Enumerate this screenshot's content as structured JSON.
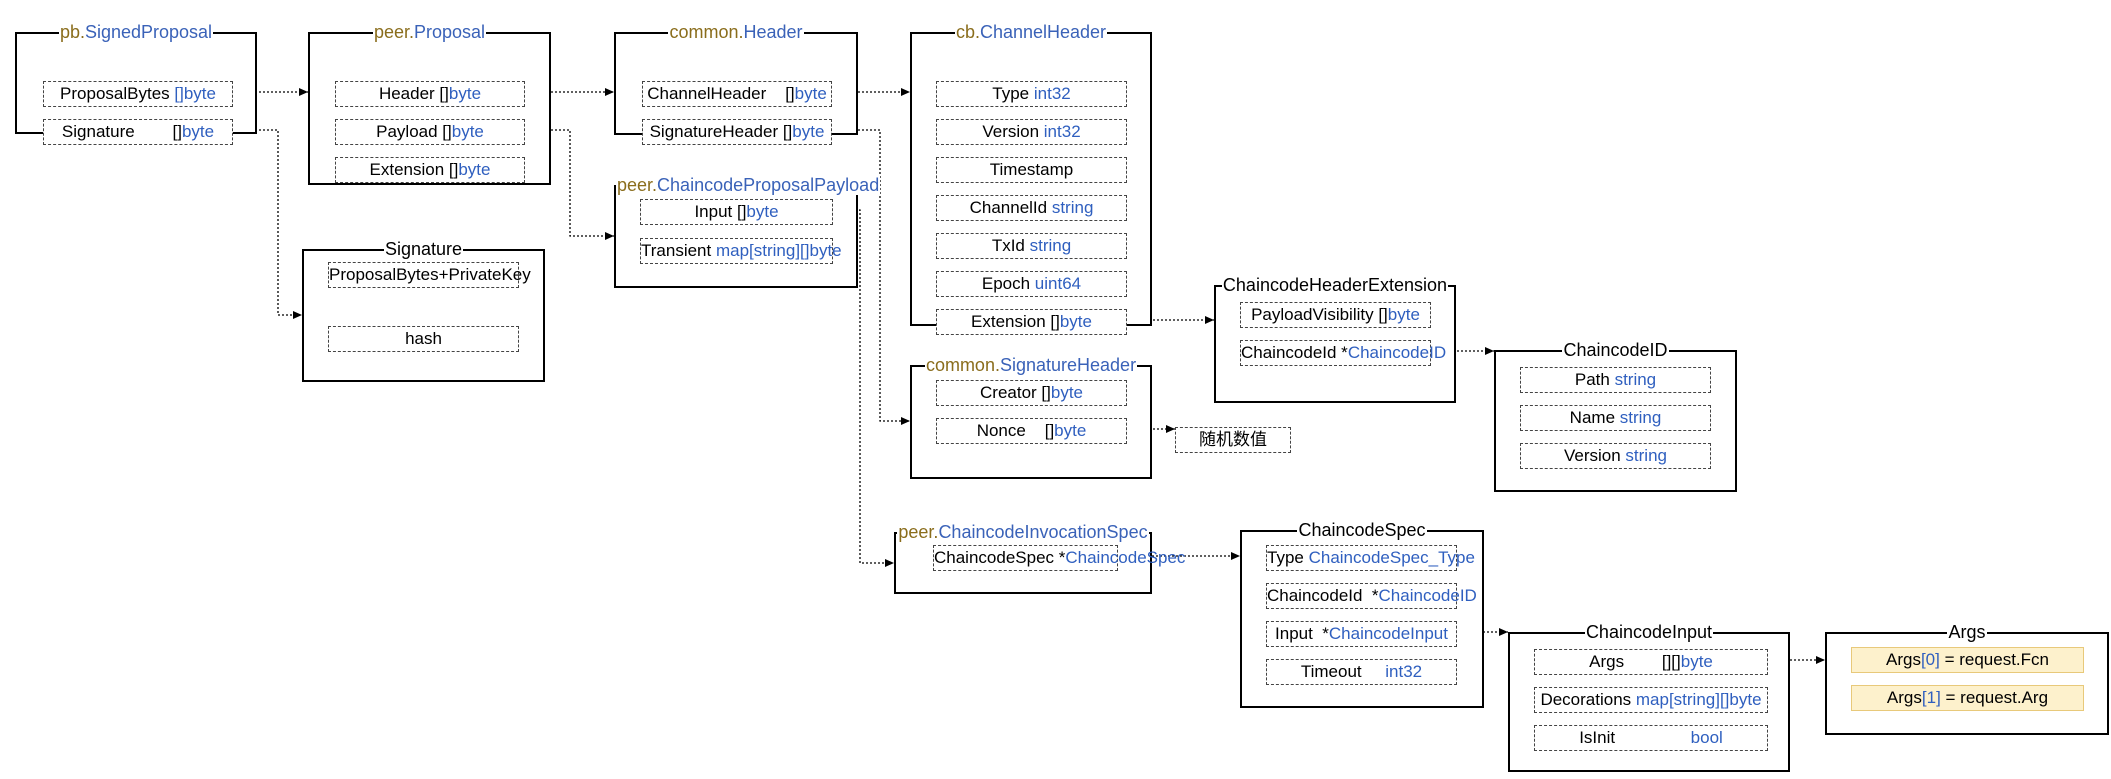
{
  "boxes": {
    "signed_proposal": {
      "prefix": "pb.",
      "name": "SignedProposal",
      "fields": [
        {
          "n": "ProposalBytes ",
          "t": "[]byte"
        },
        {
          "n": "Signature        []",
          "t": "byte"
        }
      ]
    },
    "proposal": {
      "prefix": "peer.",
      "name": "Proposal",
      "fields": [
        {
          "n": "Header []",
          "t": "byte"
        },
        {
          "n": "Payload []",
          "t": "byte"
        },
        {
          "n": "Extension []",
          "t": "byte"
        }
      ]
    },
    "signature": {
      "name": "Signature",
      "fields": [
        {
          "n": "ProposalBytes+PrivateKey",
          "t": ""
        },
        {
          "n": "hash",
          "t": ""
        }
      ]
    },
    "common_header": {
      "prefix": "common.",
      "name": "Header",
      "fields": [
        {
          "n": "ChannelHeader    []",
          "t": "byte"
        },
        {
          "n": "SignatureHeader []",
          "t": "byte"
        }
      ]
    },
    "cc_proposal_payload": {
      "prefix": "peer.",
      "name": "ChaincodeProposalPayload",
      "fields": [
        {
          "n": "Input []",
          "t": "byte"
        },
        {
          "n": "Transient ",
          "t": "map[string][]byte"
        }
      ]
    },
    "channel_header": {
      "prefix": "cb.",
      "name": "ChannelHeader",
      "fields": [
        {
          "n": "Type ",
          "t": "int32"
        },
        {
          "n": "Version ",
          "t": "int32"
        },
        {
          "n": "Timestamp",
          "t": ""
        },
        {
          "n": "ChannelId ",
          "t": "string"
        },
        {
          "n": "TxId ",
          "t": "string"
        },
        {
          "n": "Epoch ",
          "t": "uint64"
        },
        {
          "n": "Extension []",
          "t": "byte"
        }
      ]
    },
    "signature_header": {
      "prefix": "common.",
      "name": "SignatureHeader",
      "fields": [
        {
          "n": "Creator []",
          "t": "byte"
        },
        {
          "n": "Nonce    []",
          "t": "byte"
        }
      ]
    },
    "cc_header_ext": {
      "name": "ChaincodeHeaderExtension",
      "fields": [
        {
          "n": "PayloadVisibility []",
          "t": "byte"
        },
        {
          "n": "ChaincodeId *",
          "t": "ChaincodeID"
        }
      ]
    },
    "chaincode_id": {
      "name": "ChaincodeID",
      "fields": [
        {
          "n": "Path ",
          "t": "string"
        },
        {
          "n": "Name ",
          "t": "string"
        },
        {
          "n": "Version ",
          "t": "string"
        }
      ]
    },
    "cc_invocation_spec": {
      "prefix": "peer.",
      "name": "ChaincodeInvocationSpec",
      "fields": [
        {
          "n": "ChaincodeSpec *",
          "t": "ChaincodeSpec"
        }
      ]
    },
    "chaincode_spec": {
      "name": "ChaincodeSpec",
      "fields": [
        {
          "n": "Type ",
          "t": "ChaincodeSpec_Type"
        },
        {
          "n": "ChaincodeId  *",
          "t": "ChaincodeID"
        },
        {
          "n": "Input  *",
          "t": "ChaincodeInput"
        },
        {
          "n": "Timeout     ",
          "t": "int32"
        }
      ]
    },
    "chaincode_input": {
      "name": "ChaincodeInput",
      "fields": [
        {
          "n": "Args        [][]",
          "t": "byte"
        },
        {
          "n": "Decorations ",
          "t": "map[string][]byte"
        },
        {
          "n": "IsInit                ",
          "t": "bool"
        }
      ]
    },
    "args": {
      "name": "Args",
      "fields": [
        {
          "n": "Args",
          "t": "[0]",
          "s": " = request.Fcn"
        },
        {
          "n": "Args",
          "t": "[1]",
          "s": " = request.Arg"
        }
      ]
    }
  },
  "nonce_note": "随机数值",
  "colors": {
    "prefix": "#8a6d1c",
    "type": "#2f5fbf",
    "highlight": "#fdf1cc"
  }
}
